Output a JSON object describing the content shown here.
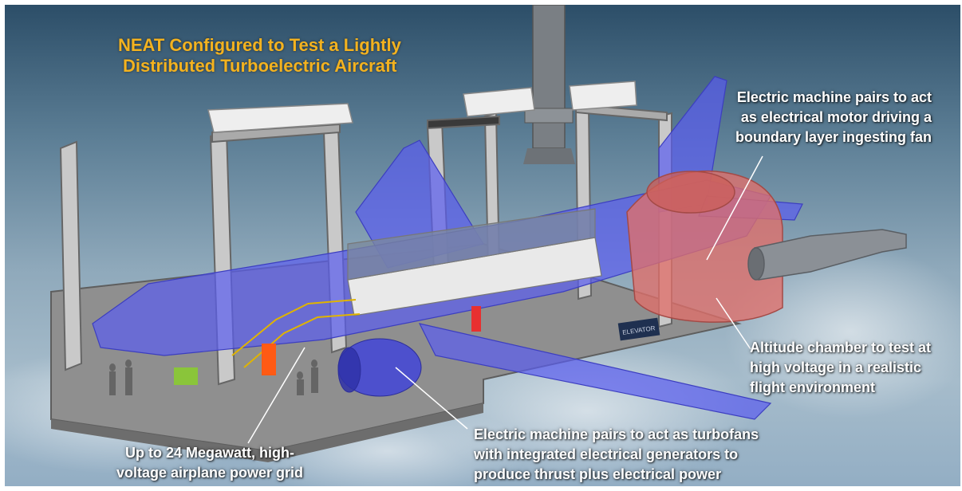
{
  "title": {
    "line1": "NEAT Configured to Test a Lightly",
    "line2": "Distributed Turboelectric Aircraft"
  },
  "callouts": {
    "motor": {
      "line1": "Electric machine pairs to act",
      "line2": "as  electrical motor driving a",
      "line3": "boundary layer ingesting fan"
    },
    "altitude": {
      "line1": "Altitude chamber to test at",
      "line2": "high voltage in a  realistic",
      "line3": "flight environment"
    },
    "grid": {
      "line1": "Up to 24 Megawatt, high-",
      "line2": "voltage airplane power grid"
    },
    "turbofan": {
      "line1": "Electric machine pairs to act as  turbofans",
      "line2": "with  integrated  electrical  generators  to",
      "line3": "produce thrust plus electrical power"
    }
  },
  "floor_labels": {
    "elevator": "ELEVATOR"
  },
  "colors": {
    "title": "#f3b21f",
    "aircraft": "#5a5cf0",
    "chamber": "#e0706a",
    "sky_top": "#2c4e68",
    "sky_bottom": "#93aec4"
  }
}
